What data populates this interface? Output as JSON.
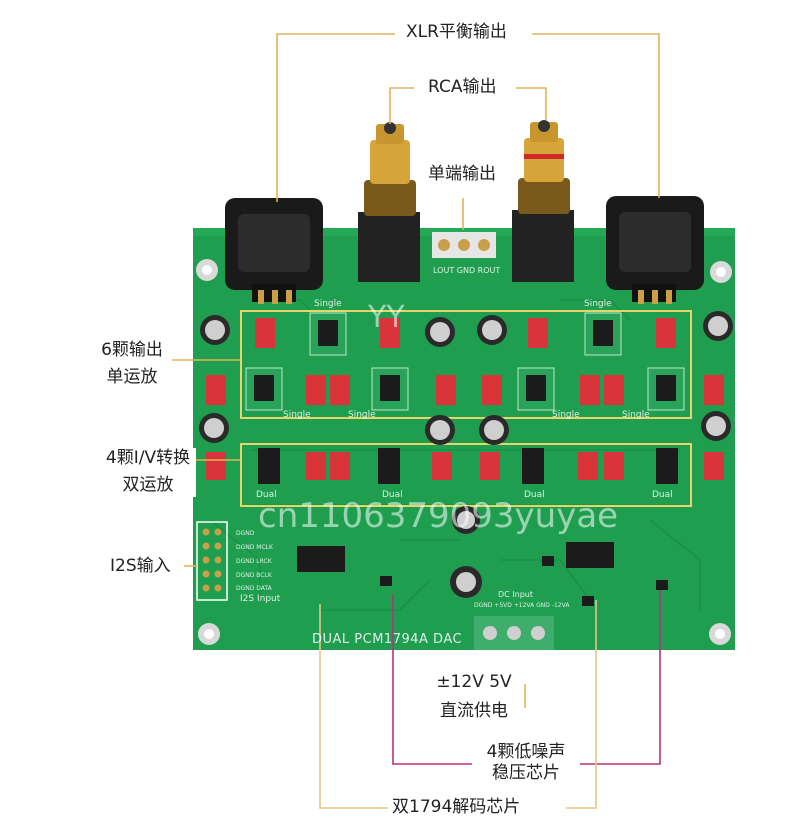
{
  "colors": {
    "pcb": "#1f9e4f",
    "pcb_dark": "#18853f",
    "callout_gold": "#e0b35a",
    "callout_magenta": "#b8307e",
    "callout_tan": "#e8c488",
    "capacitor_red": "#d8343a",
    "chip_black": "#1b1b1b"
  },
  "callouts": {
    "xlr": "XLR平衡输出",
    "rca": "RCA输出",
    "single_ended": "单端输出",
    "opamp_single_line1": "6颗输出",
    "opamp_single_line2": "单运放",
    "opamp_iv_line1": "4颗I/V转换",
    "opamp_iv_line2": "双运放",
    "i2s": "I2S输入",
    "dc_line1": "±12V 5V",
    "dc_line2": "直流供电",
    "regulator_line1": "4颗低噪声",
    "regulator_line2": "稳压芯片",
    "decoder": "双1794解码芯片"
  },
  "board": {
    "title": "DUAL PCM1794A DAC",
    "single_label": "Single",
    "dual_label": "Dual",
    "i2s_block_label": "I2S Input",
    "i2s_pins": [
      "DGND",
      "DGND  MCLK",
      "DGND  LRCK",
      "DGND  BCLK",
      "DGND  DATA"
    ],
    "dc_input_label": "DC Input",
    "dc_pins": "DGND +5VD +12VA GND -12VA",
    "out_header": "LOUT GND ROUT"
  },
  "watermarks": {
    "center": "YY",
    "diagonal": "cn1106379093yuyae"
  }
}
